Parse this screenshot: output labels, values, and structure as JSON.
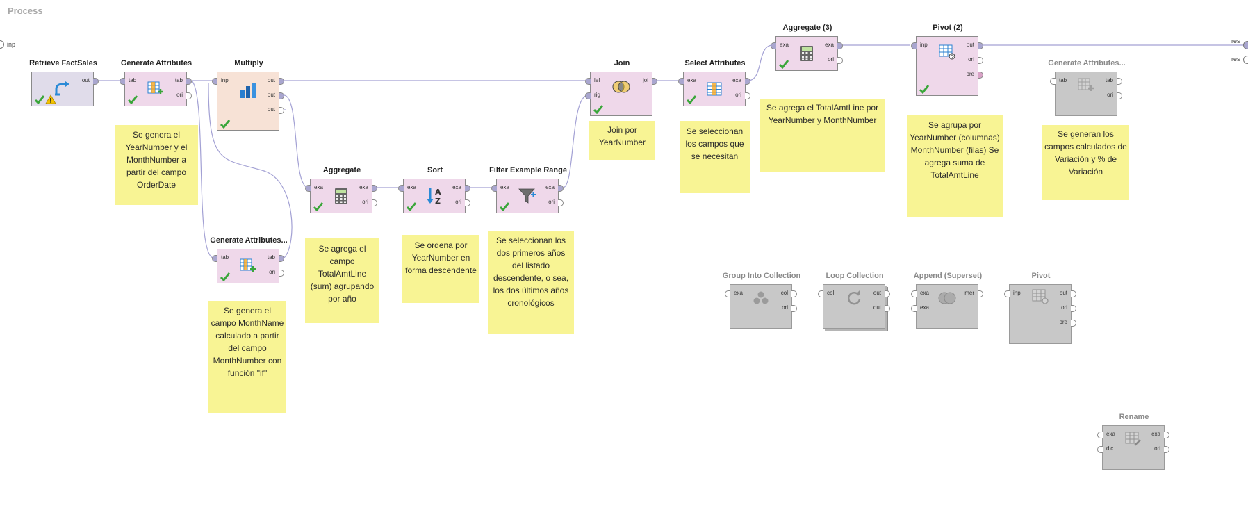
{
  "process": {
    "title": "Process",
    "inp_label": "inp",
    "res_labels": [
      "res",
      "res"
    ]
  },
  "operators": {
    "retrieve": {
      "title": "Retrieve FactSales",
      "ports": {
        "out": "out"
      }
    },
    "gen1": {
      "title": "Generate Attributes",
      "ports": {
        "tab": "tab",
        "tab_out": "tab",
        "ori": "ori"
      }
    },
    "multiply": {
      "title": "Multiply",
      "ports": {
        "inp": "inp",
        "out1": "out",
        "out2": "out",
        "out3": "out"
      }
    },
    "gen2": {
      "title": "Generate Attributes...",
      "ports": {
        "tab": "tab",
        "tab_out": "tab",
        "ori": "ori"
      }
    },
    "aggregate": {
      "title": "Aggregate",
      "ports": {
        "exa": "exa",
        "exa_out": "exa",
        "ori": "ori"
      }
    },
    "sort": {
      "title": "Sort",
      "ports": {
        "exa": "exa",
        "exa_out": "exa",
        "ori": "ori"
      }
    },
    "filter": {
      "title": "Filter Example Range",
      "ports": {
        "exa": "exa",
        "exa_out": "exa",
        "ori": "ori"
      }
    },
    "join": {
      "title": "Join",
      "ports": {
        "lef": "lef",
        "rig": "rig",
        "joi": "joi"
      }
    },
    "select": {
      "title": "Select Attributes",
      "ports": {
        "exa": "exa",
        "exa_out": "exa",
        "ori": "ori"
      }
    },
    "agg3": {
      "title": "Aggregate (3)",
      "ports": {
        "exa": "exa",
        "exa_out": "exa",
        "ori": "ori"
      }
    },
    "pivot2": {
      "title": "Pivot (2)",
      "ports": {
        "inp": "inp",
        "out": "out",
        "ori": "ori",
        "pre": "pre"
      }
    },
    "gen3": {
      "title": "Generate Attributes...",
      "ports": {
        "tab": "tab",
        "tab_out": "tab",
        "ori": "ori"
      }
    },
    "group": {
      "title": "Group Into Collection",
      "ports": {
        "exa": "exa",
        "col": "col",
        "ori": "ori"
      }
    },
    "loop": {
      "title": "Loop Collection",
      "ports": {
        "col": "col",
        "out1": "out",
        "out2": "out"
      }
    },
    "append": {
      "title": "Append (Superset)",
      "ports": {
        "exa1": "exa",
        "exa2": "exa",
        "mer": "mer"
      }
    },
    "pivot": {
      "title": "Pivot",
      "ports": {
        "inp": "inp",
        "out": "out",
        "ori": "ori",
        "pre": "pre"
      }
    },
    "rename": {
      "title": "Rename",
      "ports": {
        "exa": "exa",
        "dic": "dic",
        "exa_out": "exa",
        "ori": "ori"
      }
    }
  },
  "notes": {
    "gen1": "Se genera el YearNumber y el MonthNumber a partir del campo OrderDate",
    "gen2": "Se genera el campo MonthName calculado a partir del campo MonthNumber con función \"if\"",
    "aggregate": "Se agrega el campo TotalAmtLine (sum) agrupando por año",
    "sort": "Se ordena por YearNumber en forma descendente",
    "filter": "Se seleccionan los dos primeros años del listado descendente, o sea, los dos últimos años cronológicos",
    "join": "Join por YearNumber",
    "select": "Se seleccionan los campos que se necesitan",
    "agg3": "Se agrega el TotalAmtLine por YearNumber y MonthNumber",
    "pivot2": "Se agrupa por YearNumber (columnas) MonthNumber (filas) Se agrega suma de TotalAmtLine",
    "gen3": "Se generan los campos calculados de Variación y % de Variación"
  },
  "icons": {
    "retrieve": "retrieve-arrow-icon",
    "generate": "table-plus-icon",
    "multiply": "multiply-icon",
    "aggregate": "calculator-icon",
    "sort": "sort-az-icon",
    "filter": "funnel-icon",
    "join": "join-circles-icon",
    "select": "table-columns-icon",
    "pivot": "pivot-table-icon",
    "group": "group-icon",
    "loop": "loop-icon",
    "append": "append-circles-icon",
    "rename": "rename-table-icon",
    "status_ok": "check-icon",
    "status_warning": "warning-icon"
  },
  "colors": {
    "wire": "#a3a1d4",
    "port": "#a9a6cf",
    "note": "#f8f494",
    "operator_default": "#efd8ea",
    "operator_disabled": "#c8c8c8",
    "operator_retrieve": "#e0dcea",
    "operator_multiply": "#f7e2d6",
    "check": "#3aa63a",
    "warning": "#f2c200"
  }
}
